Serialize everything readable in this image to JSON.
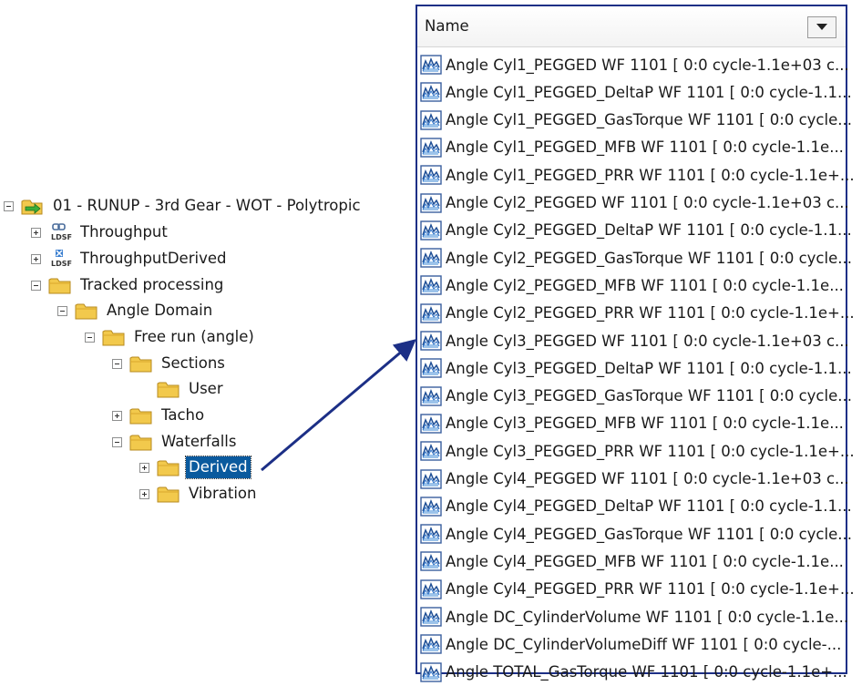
{
  "tree": {
    "nodes": [
      {
        "label": "01 - RUNUP - 3rd Gear - WOT - Polytropic",
        "icon": "project-folder-icon",
        "expander": "minus",
        "selected": false
      },
      {
        "label": "Throughput",
        "icon": "ldsf-link-icon",
        "expander": "plus",
        "selected": false
      },
      {
        "label": "ThroughputDerived",
        "icon": "ldsf-derived-icon",
        "expander": "plus",
        "selected": false
      },
      {
        "label": "Tracked processing",
        "icon": "folder-icon",
        "expander": "minus",
        "selected": false
      },
      {
        "label": "Angle Domain",
        "icon": "folder-icon",
        "expander": "minus",
        "selected": false
      },
      {
        "label": "Free run (angle)",
        "icon": "folder-icon",
        "expander": "minus",
        "selected": false
      },
      {
        "label": "Sections",
        "icon": "folder-icon",
        "expander": "minus",
        "selected": false
      },
      {
        "label": "User",
        "icon": "folder-icon",
        "expander": "none",
        "selected": false
      },
      {
        "label": "Tacho",
        "icon": "folder-icon",
        "expander": "plus",
        "selected": false
      },
      {
        "label": "Waterfalls",
        "icon": "folder-icon",
        "expander": "minus",
        "selected": false
      },
      {
        "label": "Derived",
        "icon": "folder-icon",
        "expander": "plus",
        "selected": true
      },
      {
        "label": "Vibration",
        "icon": "folder-icon",
        "expander": "plus",
        "selected": false
      }
    ]
  },
  "list": {
    "header_label": "Name",
    "items": [
      "Angle Cyl1_PEGGED WF 1101 [ 0:0 cycle-1.1e+03 c...",
      "Angle Cyl1_PEGGED_DeltaP WF 1101 [ 0:0 cycle-1.1...",
      "Angle Cyl1_PEGGED_GasTorque WF 1101 [ 0:0 cycle...",
      "Angle Cyl1_PEGGED_MFB WF 1101 [ 0:0 cycle-1.1e...",
      "Angle Cyl1_PEGGED_PRR WF 1101 [ 0:0 cycle-1.1e+...",
      "Angle Cyl2_PEGGED WF 1101 [ 0:0 cycle-1.1e+03 c...",
      "Angle Cyl2_PEGGED_DeltaP WF 1101 [ 0:0 cycle-1.1...",
      "Angle Cyl2_PEGGED_GasTorque WF 1101 [ 0:0 cycle...",
      "Angle Cyl2_PEGGED_MFB WF 1101 [ 0:0 cycle-1.1e...",
      "Angle Cyl2_PEGGED_PRR WF 1101 [ 0:0 cycle-1.1e+...",
      "Angle Cyl3_PEGGED WF 1101 [ 0:0 cycle-1.1e+03 c...",
      "Angle Cyl3_PEGGED_DeltaP WF 1101 [ 0:0 cycle-1.1...",
      "Angle Cyl3_PEGGED_GasTorque WF 1101 [ 0:0 cycle...",
      "Angle Cyl3_PEGGED_MFB WF 1101 [ 0:0 cycle-1.1e...",
      "Angle Cyl3_PEGGED_PRR WF 1101 [ 0:0 cycle-1.1e+...",
      "Angle Cyl4_PEGGED WF 1101 [ 0:0 cycle-1.1e+03 c...",
      "Angle Cyl4_PEGGED_DeltaP WF 1101 [ 0:0 cycle-1.1...",
      "Angle Cyl4_PEGGED_GasTorque WF 1101 [ 0:0 cycle...",
      "Angle Cyl4_PEGGED_MFB WF 1101 [ 0:0 cycle-1.1e...",
      "Angle Cyl4_PEGGED_PRR WF 1101 [ 0:0 cycle-1.1e+...",
      "Angle DC_CylinderVolume WF 1101 [ 0:0 cycle-1.1e...",
      "Angle DC_CylinderVolumeDiff WF 1101 [ 0:0 cycle-...",
      "Angle TOTAL_GasTorque WF 1101 [ 0:0 cycle-1.1e+..."
    ],
    "item_icon": "waterfall-icon"
  },
  "colors": {
    "selection": "#0a5a9e",
    "panel_border": "#1c2f86",
    "arrow": "#1c2f86",
    "folder": "#f2c94c"
  }
}
